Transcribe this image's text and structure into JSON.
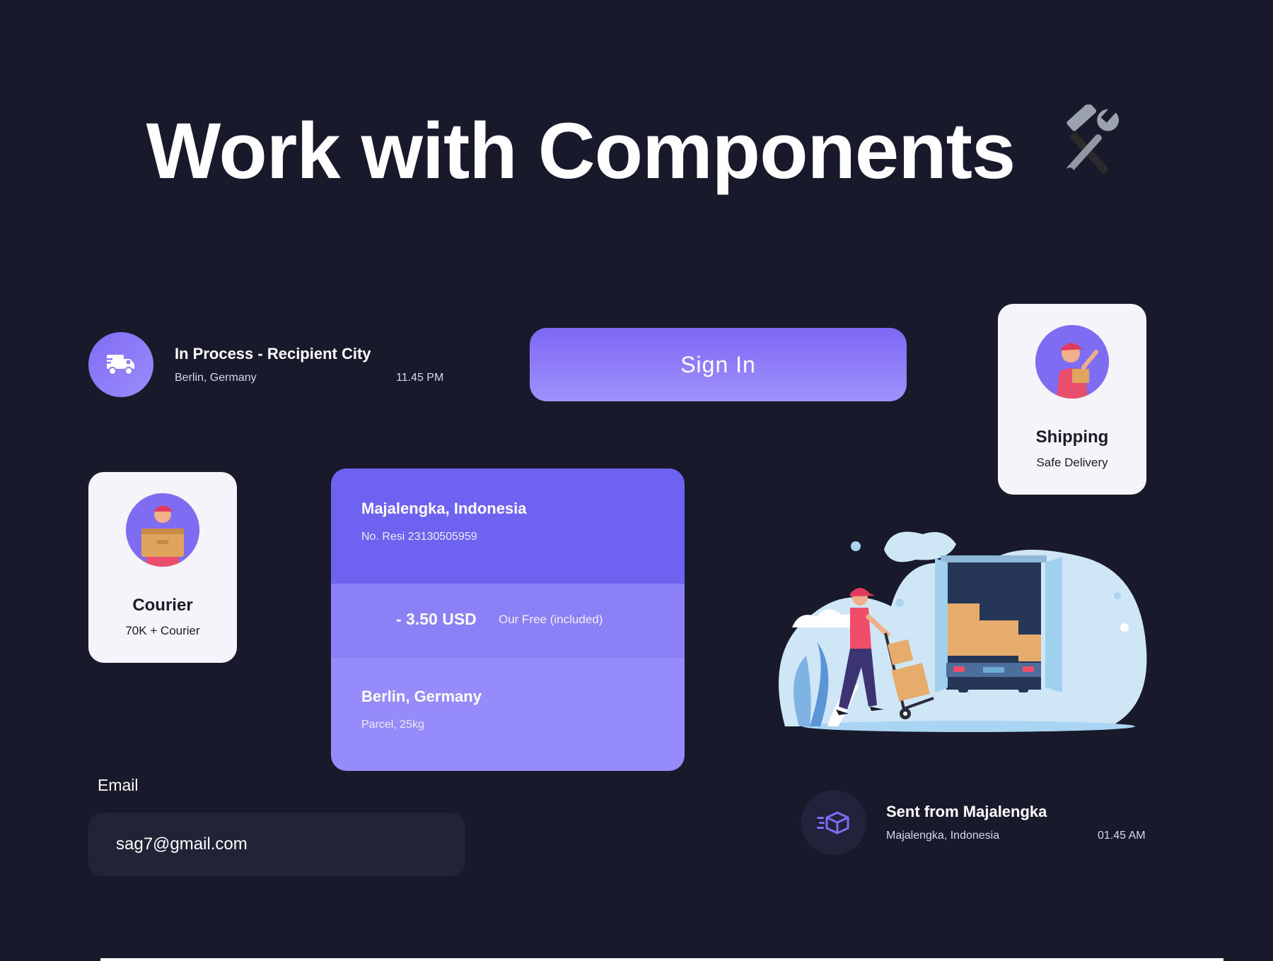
{
  "page": {
    "title": "Work with Components",
    "title_icon": "hammer-and-wrench-icon",
    "background_color": "#181a2c",
    "accent_color": "#7c68f4"
  },
  "status_process": {
    "icon": "delivery-truck-icon",
    "title": "In Process - Recipient City",
    "location": "Berlin, Germany",
    "time": "11.45 PM"
  },
  "sign_in": {
    "label": "Sign In"
  },
  "shipping_card": {
    "icon": "courier-avatar",
    "title": "Shipping",
    "subtitle": "Safe Delivery"
  },
  "courier_card": {
    "icon": "courier-avatar",
    "title": "Courier",
    "subtitle": "70K + Courier"
  },
  "shipment": {
    "origin": {
      "city": "Majalengka, Indonesia",
      "resi": "No. Resi 23130505959"
    },
    "fee": {
      "amount": "- 3.50 USD",
      "note": "Our Free (included)"
    },
    "destination": {
      "city": "Berlin, Germany",
      "parcel": "Parcel, 25kg"
    }
  },
  "email": {
    "label": "Email",
    "value": "sag7@gmail.com"
  },
  "status_sent": {
    "icon": "package-speed-icon",
    "title": "Sent from Majalengka",
    "location": "Majalengka, Indonesia",
    "time": "01.45 AM"
  }
}
